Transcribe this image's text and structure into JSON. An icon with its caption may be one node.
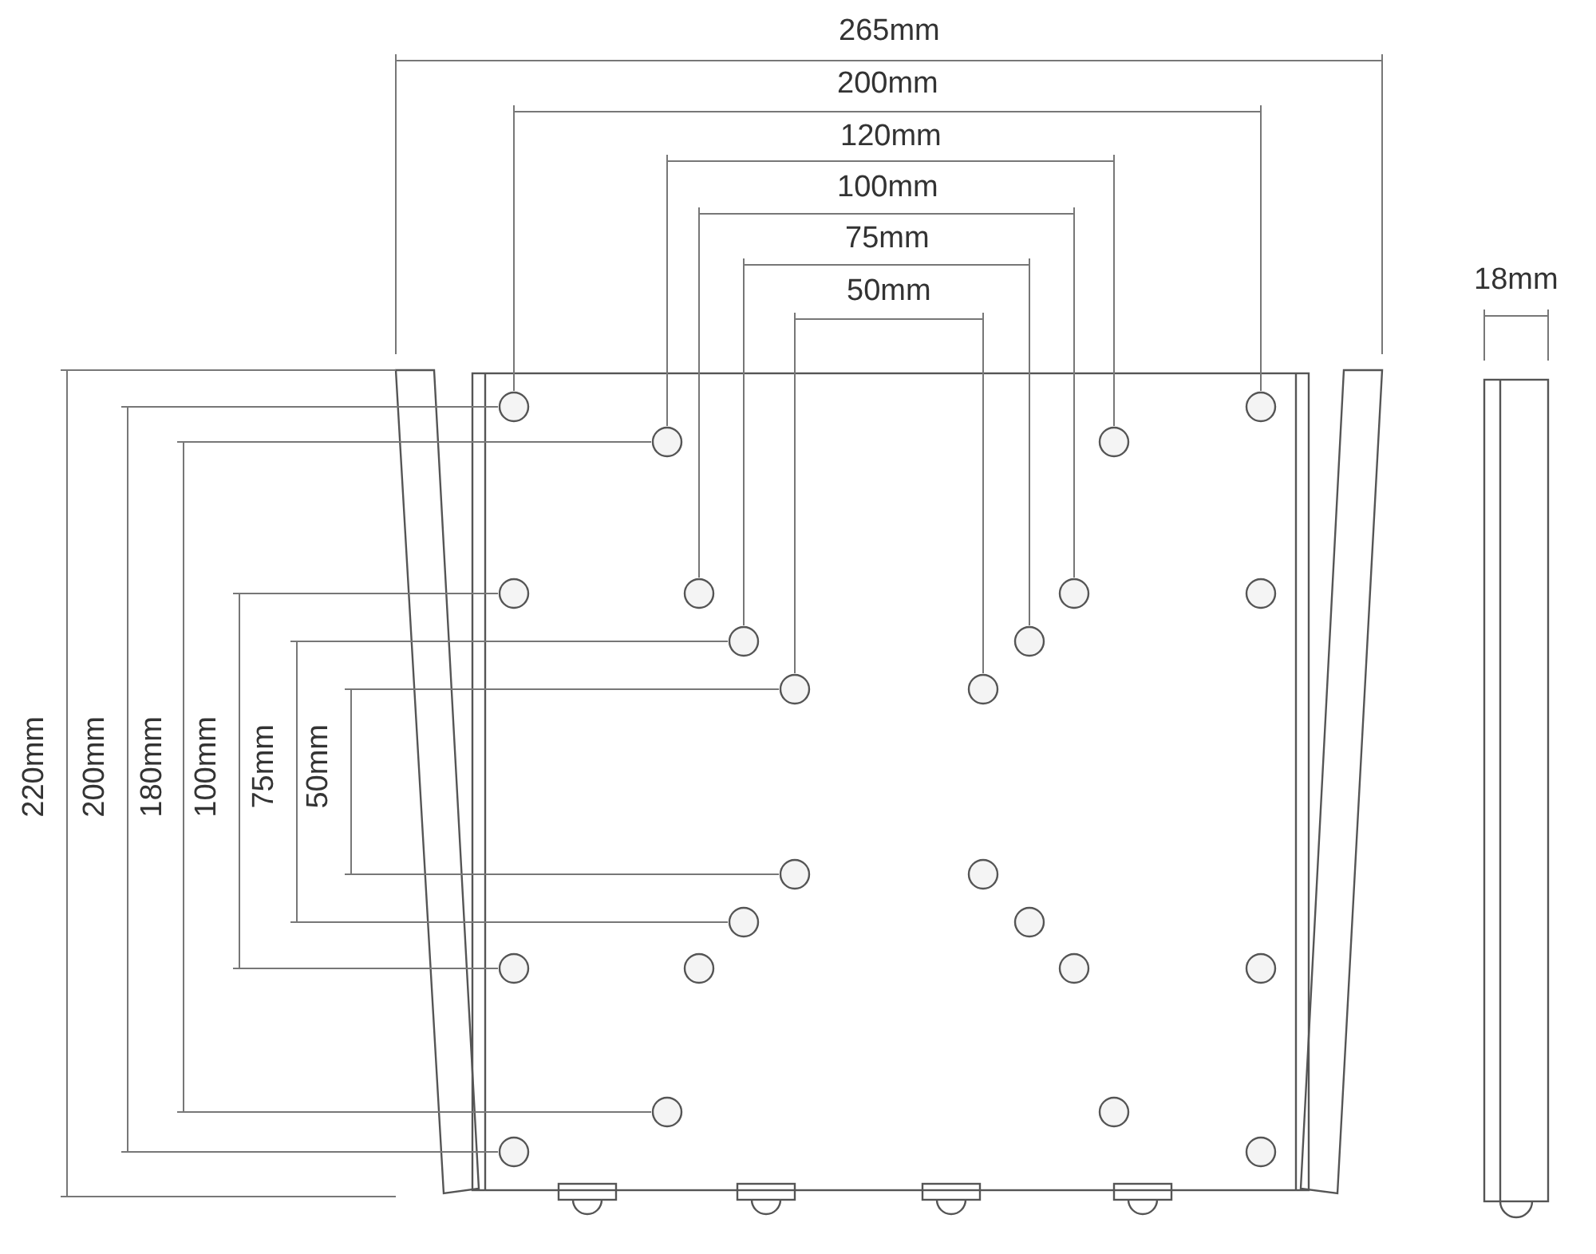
{
  "diagram": {
    "labels": [
      "265mm",
      "200mm",
      "120mm",
      "100mm",
      "75mm",
      "50mm",
      "18mm",
      "220mm",
      "200mm",
      "180mm",
      "100mm",
      "75mm",
      "50mm"
    ]
  }
}
